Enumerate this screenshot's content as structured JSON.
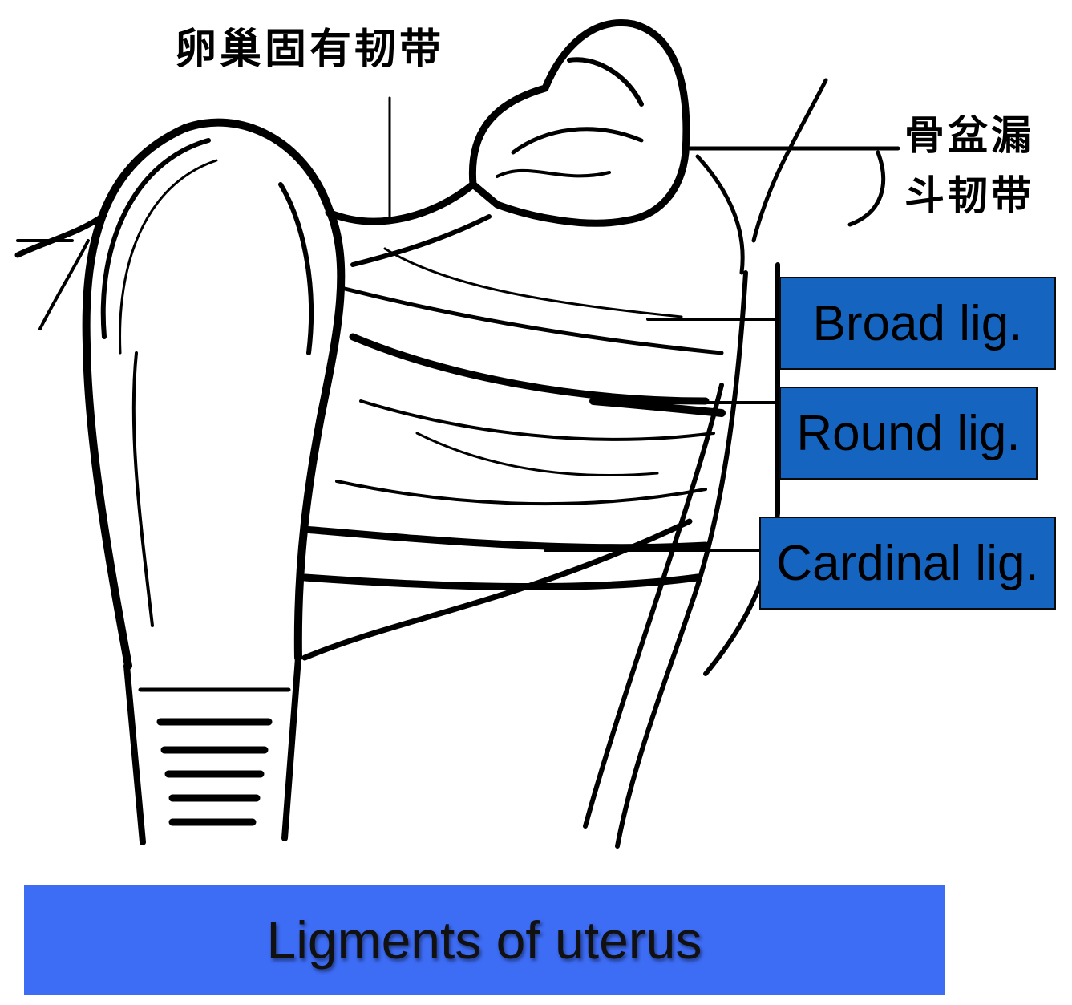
{
  "labels": {
    "ovary_ligament": "卵巢固有韧带",
    "infundibulopelvic_line1": "骨盆漏",
    "infundibulopelvic_line2": "斗韧带",
    "broad": "Broad lig.",
    "round": "Round lig.",
    "cardinal": "Cardinal lig."
  },
  "caption": "Ligments of uterus",
  "colors": {
    "label_box": "#1565c0",
    "caption_bar": "#3d6cf5",
    "ink": "#000000"
  }
}
